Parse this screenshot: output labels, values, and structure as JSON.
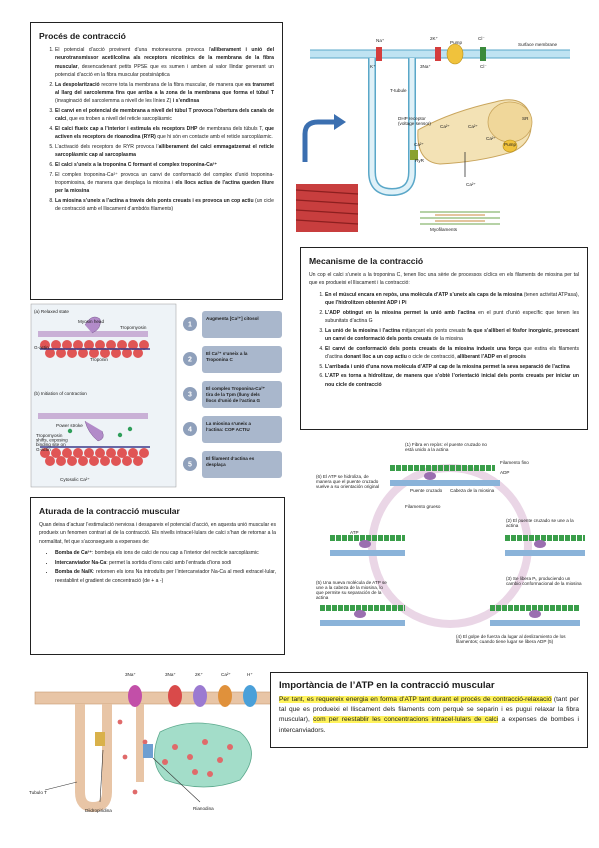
{
  "proces": {
    "title": "Procés de contracció",
    "items": [
      [
        {
          "t": "El potencial d’acció provinent d’una motoneurona provoca l’"
        },
        {
          "t": "alliberament i unió del neurotransmissor acetilcolina als receptors nicotínics de la membrana de la fibra muscular",
          "b": 1
        },
        {
          "t": ", desencadenant petits PPSE que es sumen i amben al valor llindar generant un potencial d’acció en la fibra muscular postsinàptica"
        }
      ],
      [
        {
          "t": "La despolarització",
          "b": 1
        },
        {
          "t": " recorre tota la membrana de la fibra muscular, de manera que "
        },
        {
          "t": "es transmet al llarg del sarcolemma fins que arriba a la zona de la membrana que forma el túbul T",
          "b": 1
        },
        {
          "t": " (invaginació del sarcolemma a nivell de les línies Z) "
        },
        {
          "t": "i s’endinsa",
          "b": 1
        }
      ],
      [
        {
          "t": "El canvi en el potencial de membrana a nivell del túbul T provoca l’obertura dels canals de calci",
          "b": 1
        },
        {
          "t": ", que es troben a nivell del reticle sarcoplàsmic"
        }
      ],
      [
        {
          "t": "El calci flueix cap a l’interior i estimula els receptors DHP",
          "b": 1
        },
        {
          "t": " de membrana dels túbuls T, "
        },
        {
          "t": "que activen els receptors de rioanodina (RYR)",
          "b": 1
        },
        {
          "t": " que hi són en contacte amb el reticle sarcoplàsmic."
        }
      ],
      [
        {
          "t": "L’activació dels receptors de RYR provoca l’"
        },
        {
          "t": "alliberament del calci emmagatzemat el reticle sarcoplàsmic cap al sarcoplasma",
          "b": 1
        }
      ],
      [
        {
          "t": "El calci s’uneix a la troponina C formant el complex troponina-Ca²⁺",
          "b": 1
        }
      ],
      [
        {
          "t": "El complex troponina-Ca²⁺ provoca un canvi de conformació del complex d’unió troponina-tropomiosina, de manera que desplaça la miosina i "
        },
        {
          "t": "els llocs actius de l’actina queden lliure per la miosina",
          "b": 1
        }
      ],
      [
        {
          "t": "La miosina s’uneix a l’actina a través dels ponts creuats i es provoca un cop actiu",
          "b": 1
        },
        {
          "t": " (un cicle de contracció amb el lliscament d’ambdós filaments)"
        }
      ]
    ]
  },
  "mecanisme": {
    "title": "Mecanisme de la contracció",
    "intro": "Un cop el calci s’uneix a la troponina C, tenen lloc una sèrie de processos cíclics en els filaments de miosina per tal que es produeixi el lliscament i la contracció:",
    "items": [
      [
        {
          "t": "En el múscul encara en repòs, una molècula d’ATP s’uneix als caps de la miosina",
          "b": 1
        },
        {
          "t": " (tenen activitat ATPasa), "
        },
        {
          "t": "que l’hidrolitzen obtenint ADP i Pi",
          "b": 1
        }
      ],
      [
        {
          "t": "L’ADP obtingut en la miosina permet la unió amb l’actina",
          "b": 1
        },
        {
          "t": " en el punt d’unió específic que tenen les subunitats d’actina G"
        }
      ],
      [
        {
          "t": "La unió de la miosina i l’actina",
          "b": 1
        },
        {
          "t": " mitjançant els ponts creuats "
        },
        {
          "t": "fa que s’alliberi el fòsfor inorgànic, provocant un canvi de conformació dels ponts creuats",
          "b": 1
        },
        {
          "t": " de la miosina"
        }
      ],
      [
        {
          "t": "El canvi de conformació dels ponts creuats de la miosina indueix una força",
          "b": 1
        },
        {
          "t": " que estira els filaments d’actina "
        },
        {
          "t": "donant lloc a un cop actiu",
          "b": 1
        },
        {
          "t": " o cicle de contracció, "
        },
        {
          "t": "alliberant l’ADP en el procés",
          "b": 1
        }
      ],
      [
        {
          "t": "L’arribada i unió d’una nova molècula d’ATP al cap de la miosina permet la seva separació de l’actina",
          "b": 1
        }
      ],
      [
        {
          "t": "L’ATP es torna a hidrolitzar, de manera que s’obtè l’orientació inicial dels ponts creuats per iniciar un nou cicle de contracció",
          "b": 1
        }
      ]
    ]
  },
  "aturada": {
    "title": "Aturada de la contracció muscular",
    "intro": "Quan deixa d’actuar l’estimulació nerviosa i desapareix el potencial d’acció, en aquesta unió muscular es produeix un fenomen contrari al de la contracció. Els nivells intracel·lulars de calci s’han de retornar a la normalitat, fet que s’aconsegueix a expenses de:",
    "items": [
      [
        {
          "t": "Bomba de Ca²⁺",
          "b": 1
        },
        {
          "t": ": bombeja els ions de calci de nou cap a l’interior del recticle sarcoplàsmic"
        }
      ],
      [
        {
          "t": "Intercanviador Na-Ca",
          "b": 1
        },
        {
          "t": ": permet la sortida d’ions calci amb l’entrada d’ions sodi"
        }
      ],
      [
        {
          "t": "Bomba de Na/K",
          "b": 1
        },
        {
          "t": ": retornen els ions Na introduïts per l’intercanviador Na-Ca al medi extracel·lular, reestablint el gradient de concentració (de + a -)"
        }
      ]
    ]
  },
  "importancia": {
    "title": "Importància de l’ATP en la contracció muscular",
    "runs": [
      {
        "t": "Per tant, es requereix energia en forma d’ATP tant durant el procés de contracció-relaxació",
        "h": 1
      },
      {
        "t": " (tant per tal que es produeixi el lliscament dels filaments com perquè se separin i es pugui relaxar la fibra muscular), "
      },
      {
        "t": "com per reestablir les concentracions intracel·lulars de calci",
        "h": 1
      },
      {
        "t": " a expenses de bombes i intercanviadors."
      }
    ]
  },
  "fig_top": {
    "labels": [
      "Na⁺",
      "2K⁺",
      "Cl⁻",
      "Pump",
      "Surface membrane",
      "K⁺",
      "3Na⁺",
      "Cl⁻",
      "T-tubule",
      "SR",
      "DHP receptor (voltage sensor)",
      "Ca²⁺",
      "Ca²⁺",
      "Ca²⁺",
      "Ca²⁺",
      "Pump",
      "RyR",
      "Ca²⁺",
      "Myofilaments"
    ]
  },
  "fig_steps": {
    "steps": [
      "Augmenta [Ca²⁺] citosol",
      "El Ca²⁺ s’uneix a la Troponina C",
      "El complex Troponina-Ca²⁺ tira de la Tpm (lluny dels llocs d’unió de l’actina G",
      "La miosina s’uneix a l’actina: COP ACTIU",
      "El filament d’actina es desplaça"
    ],
    "side_labels": [
      "(a) Relaxed state",
      "Myosin head",
      "Tropomyosin",
      "Troponin",
      "G-actin",
      "(b) Initiation of contraction",
      "Power stroke",
      "Tropomyosin shifts, exposing binding site on G-actin",
      "Cytosolic Ca²⁺"
    ]
  },
  "fig_cycle": {
    "labels": [
      "(1) Fibra en repòs: el puente cruzado no està unido a la actina",
      "Filamento fino",
      "ADP",
      "Puente cruzado",
      "Cabeza de la miosina",
      "Filamento grueso",
      "(6) El ATP se hidroliza, de manera que el puente cruzado vuelve a su orientación original",
      "(2) El puente cruzado se une a la actina",
      "ATP",
      "(3) Se libera Pᵢ, produciendo un cambio conformacional de la miosina",
      "(5) Una nueva molécula de ATP se une a la cabeza de la miosina, lo que permite su separación de la actina",
      "(4) El golpe de fuerza da lugar al deslizamiento de los filamentos; cuando tiene lugar se libera ADP (5)"
    ]
  },
  "fig_bottom": {
    "labels": [
      "Tubulo T",
      "Diidropiridina",
      "Rianodina",
      "3Na⁺",
      "3Na⁺",
      "2K⁺",
      "Ca²⁺",
      "H⁺"
    ]
  },
  "colors": {
    "highlight": "#fff35c",
    "step_box": "#a9b7cc",
    "step_circle": "#8fa0bb"
  }
}
